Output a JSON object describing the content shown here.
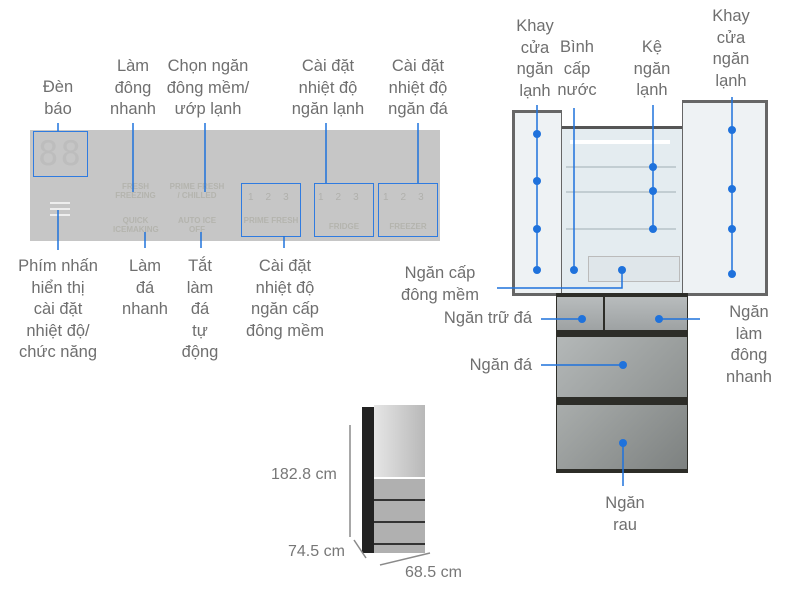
{
  "colors": {
    "accent": "#1f72dc",
    "text": "#6f6f6f",
    "panel": "#c6c6c6"
  },
  "control_panel": {
    "display_digits": "88",
    "menu_icon": "menu-icon",
    "fresh_freezing": "FRESH\nFREEZING",
    "prime_fresh_chilled": "PRIME FRESH\n/ CHILLED",
    "quick_icemaking": "QUICK\nICEMAKING",
    "auto_ice_off": "AUTO\nICE OFF",
    "levels": "123",
    "prime_fresh": "PRIME\nFRESH",
    "fridge": "FRIDGE",
    "freezer": "FREEZER"
  },
  "panel_labels": {
    "indicator": "Đèn\nbáo",
    "fresh_freezing": "Làm\nđông\nnhanh",
    "select_mode": "Chọn ngăn\nđông mềm/\nướp lạnh",
    "fridge_temp": "Cài đặt\nnhiệt độ\nngăn lạnh",
    "freezer_temp": "Cài đặt\nnhiệt độ\nngăn đá",
    "menu_button": "Phím nhấn\nhiển thị\ncài đặt\nnhiệt độ/\nchức năng",
    "quick_ice": "Làm\nđá\nnhanh",
    "auto_ice_off": "Tắt\nlàm\nđá\ntự\nđộng",
    "prime_fresh_temp": "Cài đặt\nnhiệt độ\nngăn cấp\nđông mềm"
  },
  "fridge_labels": {
    "left_door_tray": "Khay\ncửa\nngăn\nlạnh",
    "water_tank": "Bình\ncấp\nnước",
    "fridge_shelf": "Kệ\nngăn\nlạnh",
    "right_door_tray": "Khay\ncửa\nngăn\nlạnh",
    "prime_fresh": "Ngăn cấp\nđông mềm",
    "ice_storage": "Ngăn trữ đá",
    "quick_freeze": "Ngăn làm\nđông nhanh",
    "freezer": "Ngăn đá",
    "vegetable": "Ngăn\nrau"
  },
  "dimensions": {
    "height": "182.8 cm",
    "depth": "74.5 cm",
    "width": "68.5 cm"
  }
}
